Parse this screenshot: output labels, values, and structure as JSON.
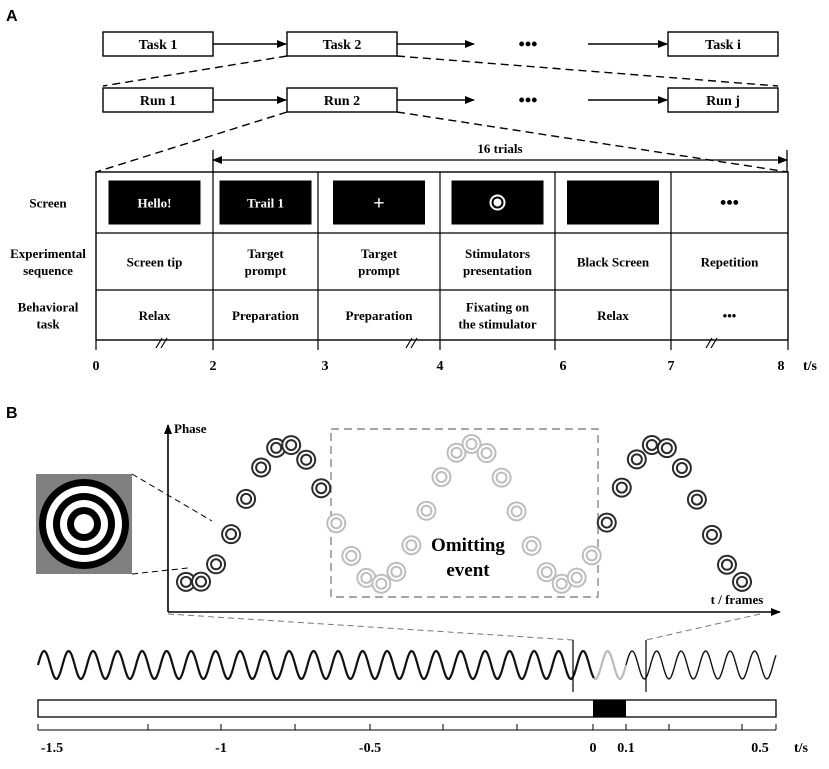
{
  "panel_a": {
    "letter": "A",
    "tasks": [
      "Task 1",
      "Task 2",
      "Task i"
    ],
    "runs": [
      "Run 1",
      "Run 2",
      "Run j"
    ],
    "ellipsis": "•••",
    "trials_label": "16 trials",
    "row_headers": [
      [
        "Screen"
      ],
      [
        "Experimental",
        "sequence"
      ],
      [
        "Behavioral",
        "task"
      ]
    ],
    "screens": [
      "Hello!",
      "Trail 1",
      "+",
      "",
      "",
      ""
    ],
    "sequence": [
      [
        "Screen tip"
      ],
      [
        "Target",
        "prompt"
      ],
      [
        "Target",
        "prompt"
      ],
      [
        "Stimulators",
        "presentation"
      ],
      [
        "Black Screen"
      ],
      [
        "Repetition"
      ]
    ],
    "behavior": [
      [
        "Relax"
      ],
      [
        "Preparation"
      ],
      [
        "Preparation"
      ],
      [
        "Fixating on",
        "the stimulator"
      ],
      [
        "Relax"
      ],
      [
        "•••"
      ]
    ],
    "time_ticks": [
      "0",
      "2",
      "3",
      "4",
      "6",
      "7",
      "8"
    ],
    "time_unit": "t/s"
  },
  "panel_b": {
    "letter": "B",
    "y_axis_label": "Phase",
    "x_axis_label": "t / frames",
    "omitting_label": [
      "Omitting",
      "event"
    ],
    "time_ticks": [
      "-1.5",
      "-1",
      "-0.5",
      "0",
      "0.1",
      "0.5"
    ],
    "time_unit": "t/s"
  },
  "colors": {
    "stimulus_dark": "#1a1a1a",
    "stimulus_faded": "#c8c8c8",
    "frame_gray": "#7f7f7f",
    "omit_bar": "#000000"
  }
}
